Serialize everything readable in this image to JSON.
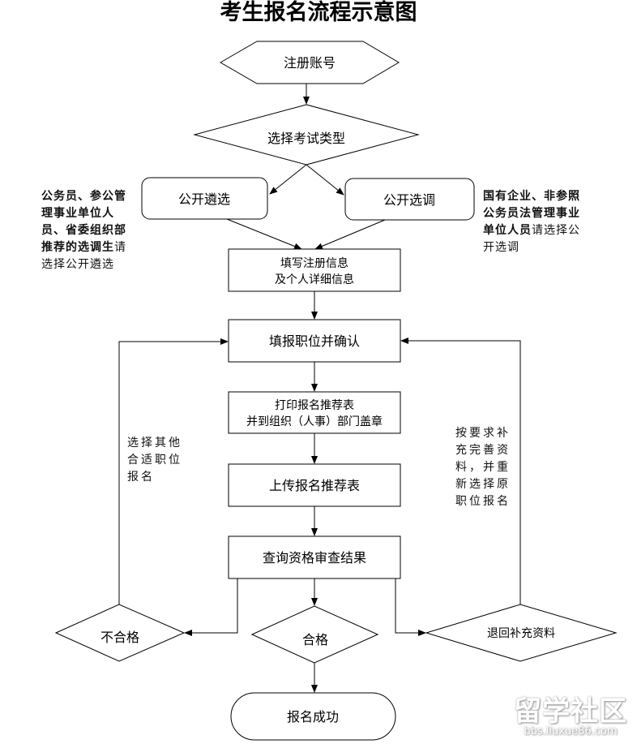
{
  "title": "考生报名流程示意图",
  "nodes": {
    "register": "注册账号",
    "choose_type": "选择考试类型",
    "open_selection": "公开遴选",
    "open_transfer": "公开选调",
    "fill_info_line1": "填写注册信息",
    "fill_info_line2": "及个人详细信息",
    "apply_position": "填报职位并确认",
    "print_line1": "打印报名推荐表",
    "print_line2": "并到组织（人事）部门盖章",
    "upload": "上传报名推荐表",
    "check_result": "查询资格审查结果",
    "fail": "不合格",
    "pass": "合格",
    "return_supplement": "退回补充资料",
    "success": "报名成功"
  },
  "notes": {
    "left_bold": "公务员、参公管理事业单位人员、省委组织部推荐的选调生",
    "left_normal": "请选择公开遴选",
    "right_bold": "国有企业、非参照公务员法管理事业单位人员",
    "right_normal": "请选择公开选调",
    "fail_loop": "选择其他合适职位报名",
    "return_loop": "按要求补充完善资料，并重新选择原职位报名"
  },
  "watermark": {
    "main": "留学社区",
    "sub": "bbs.liuxue86.com"
  }
}
